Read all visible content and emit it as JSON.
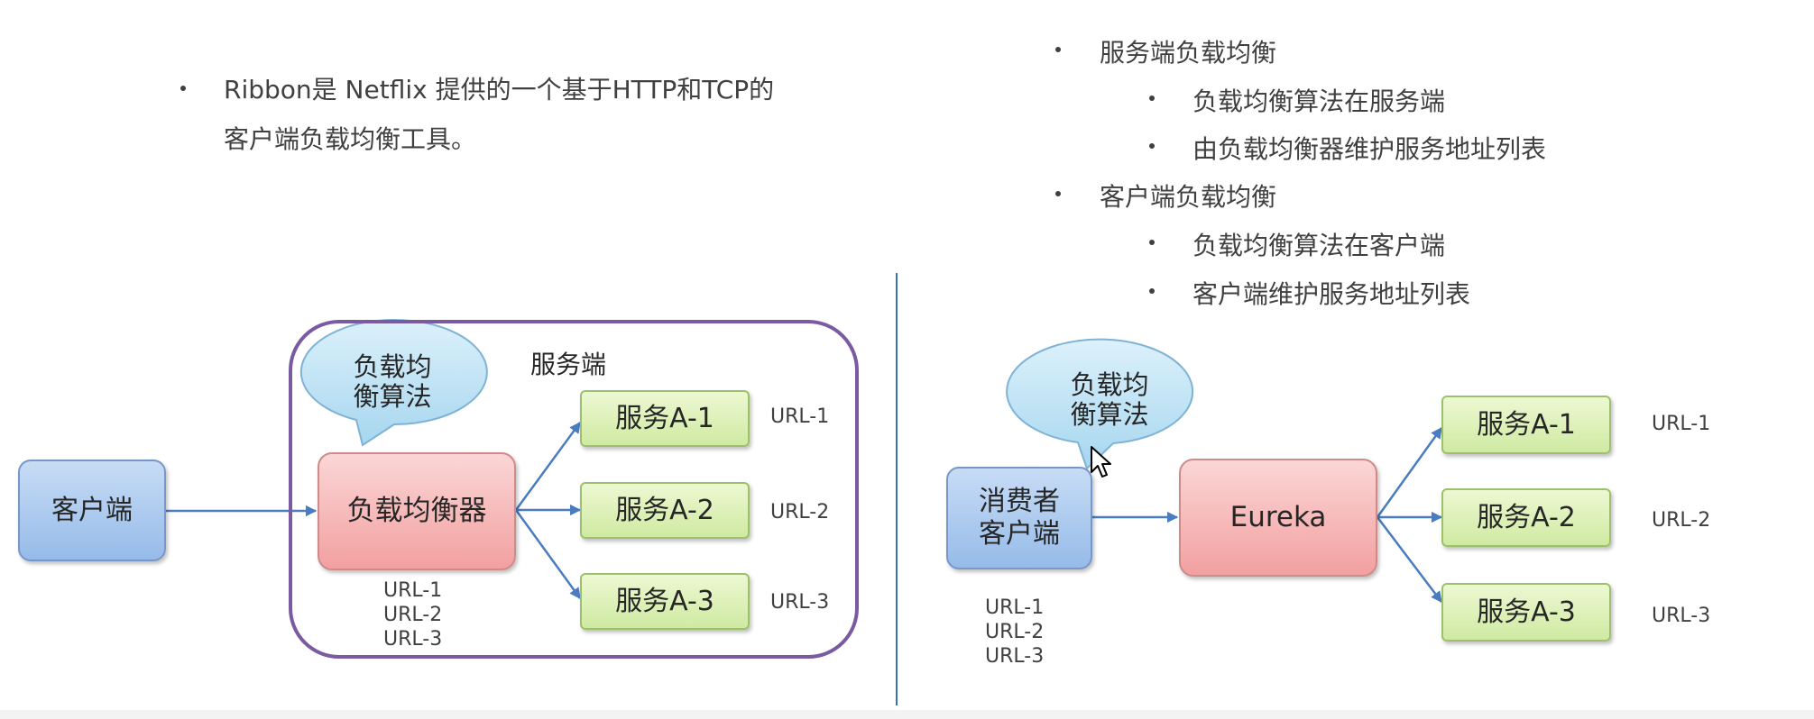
{
  "intro": {
    "line1": "Ribbon是 Netflix 提供的一个基于HTTP和TCP的",
    "line2": "客户端负载均衡工具。"
  },
  "notes": {
    "server_lb": "服务端负载均衡",
    "server_lb_point1": "负载均衡算法在服务端",
    "server_lb_point2": "由负载均衡器维护服务地址列表",
    "client_lb": "客户端负载均衡",
    "client_lb_point1": "负载均衡算法在客户端",
    "client_lb_point2": "客户端维护服务地址列表"
  },
  "left_diagram": {
    "server_label": "服务端",
    "client": "客户端",
    "bubble_line1": "负载均",
    "bubble_line2": "衡算法",
    "balancer": "负载均衡器",
    "services": [
      "服务A-1",
      "服务A-2",
      "服务A-3"
    ],
    "urls": [
      "URL-1",
      "URL-2",
      "URL-3"
    ],
    "balancer_urls": [
      "URL-1",
      "URL-2",
      "URL-3"
    ]
  },
  "right_diagram": {
    "consumer_line1": "消费者",
    "consumer_line2": "客户端",
    "bubble_line1": "负载均",
    "bubble_line2": "衡算法",
    "registry": "Eureka",
    "services": [
      "服务A-1",
      "服务A-2",
      "服务A-3"
    ],
    "urls": [
      "URL-1",
      "URL-2",
      "URL-3"
    ],
    "consumer_urls": [
      "URL-1",
      "URL-2",
      "URL-3"
    ]
  },
  "colors": {
    "client_box": "#a9c8ef",
    "balancer_box": "#f5b3b3",
    "service_box": "#dcf0b8",
    "bubble": "#bfe3f5",
    "server_frame": "#7a5aa0",
    "arrow": "#4a7cc0",
    "divider": "#3b6fb3"
  }
}
